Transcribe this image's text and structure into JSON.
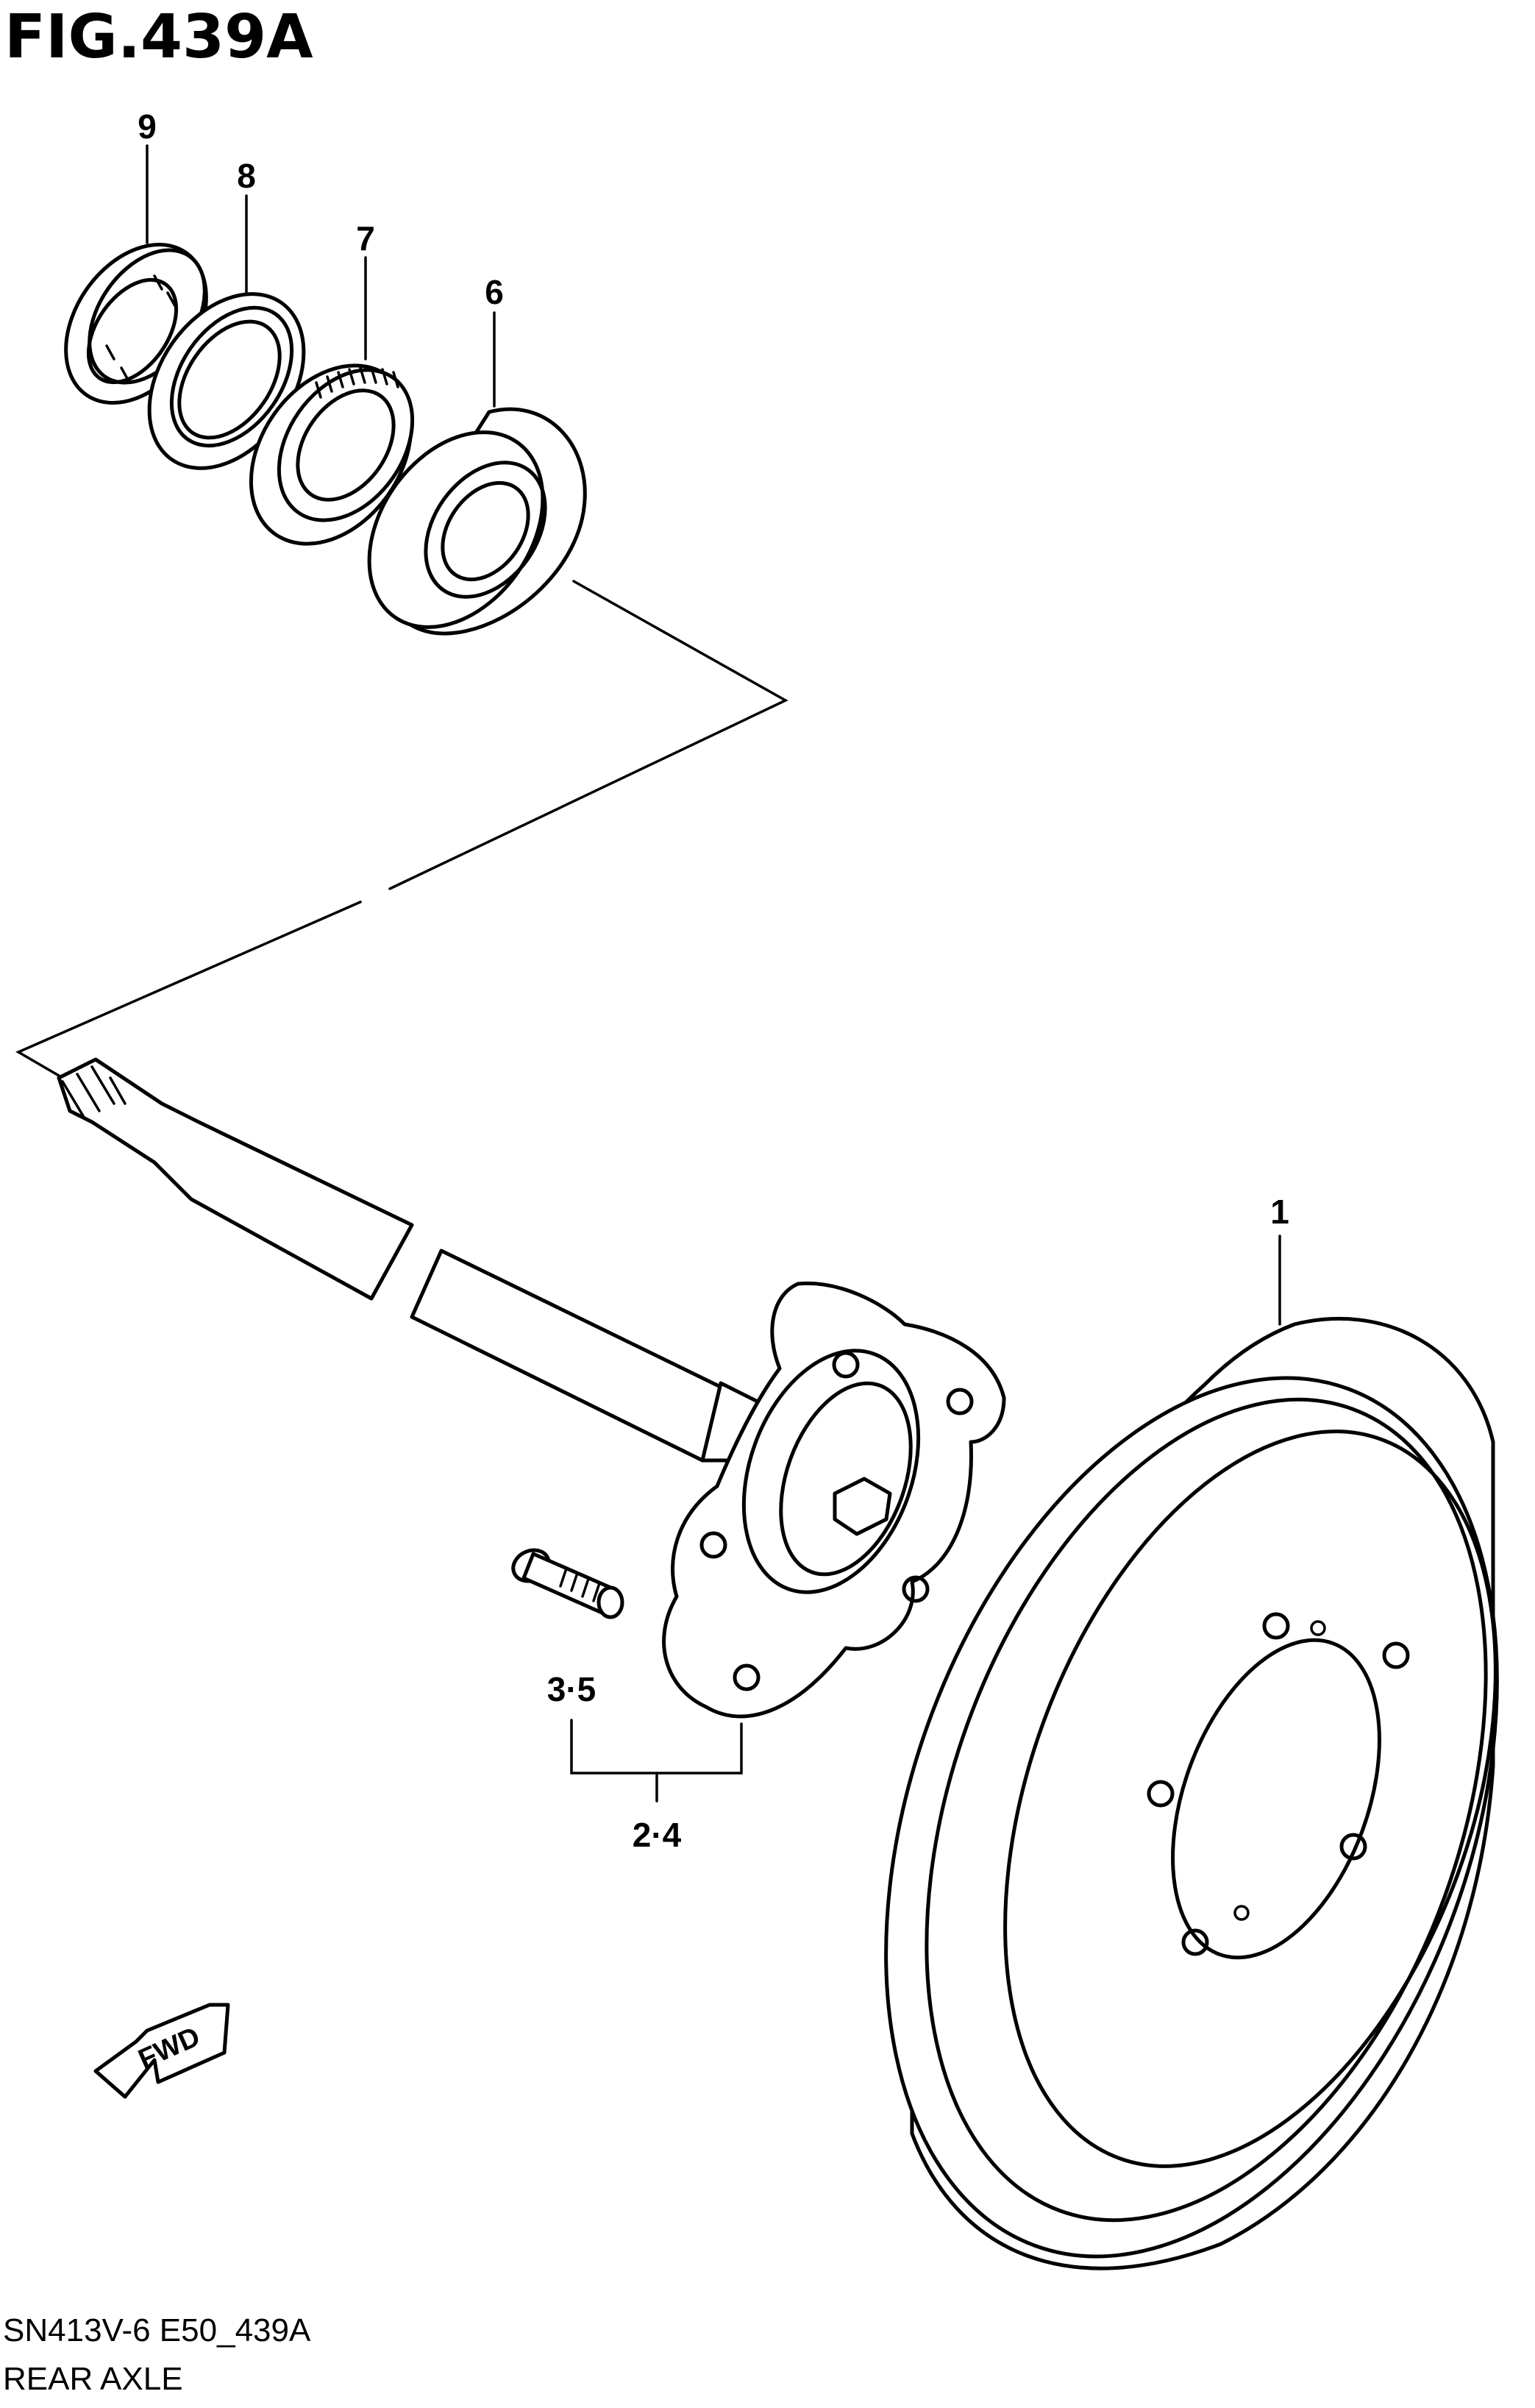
{
  "figure": {
    "title": "FIG.439A"
  },
  "callouts": [
    {
      "id": "c9",
      "label": "9"
    },
    {
      "id": "c8",
      "label": "8"
    },
    {
      "id": "c7",
      "label": "7"
    },
    {
      "id": "c6",
      "label": "6"
    },
    {
      "id": "c1",
      "label": "1"
    },
    {
      "id": "c35",
      "label": "3·5"
    },
    {
      "id": "c24",
      "label": "2·4"
    }
  ],
  "fwd_arrow": {
    "label": "FWD"
  },
  "footer": {
    "code": "SN413V-6 E50_439A",
    "name": "REAR AXLE"
  }
}
